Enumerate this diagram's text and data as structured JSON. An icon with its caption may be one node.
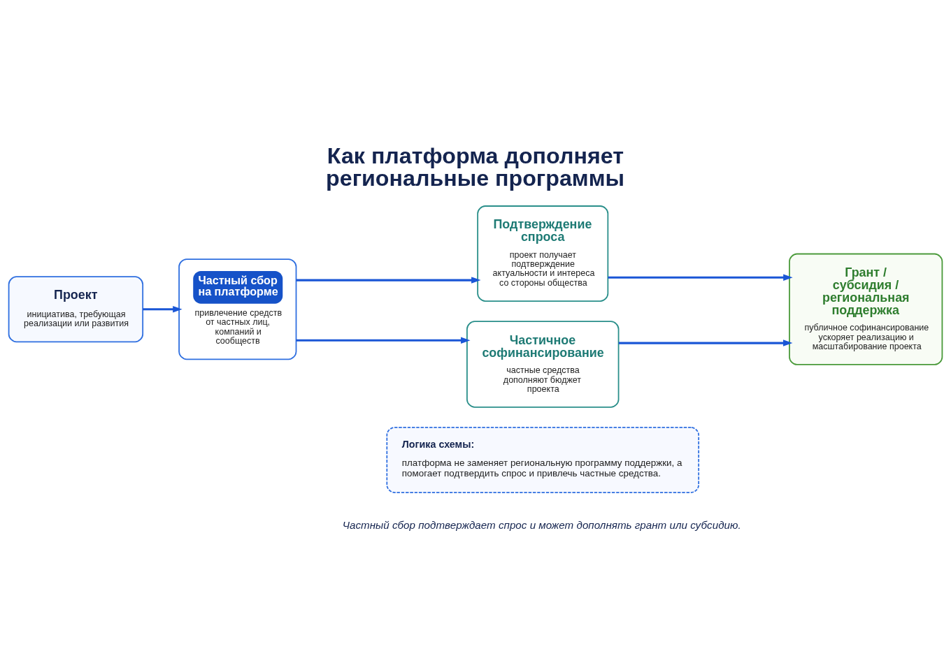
{
  "diagram": {
    "title": "Как платформа дополняет региональные программы",
    "caption": "Частный сбор подтверждает спрос и может дополнять грант или субсидию.",
    "nodes": [
      {
        "text": [
          "Проект",
          "инициатива, требующая реализации или развития"
        ]
      },
      {
        "text": [
          "Частный сбор на платформе",
          "привлечение средств от частных лиц, компаний и сообществ"
        ]
      },
      {
        "text": [
          "Подтверждение спроса",
          "проект получает подтверждение актуальности и интереса со стороны общества"
        ]
      },
      {
        "text": [
          "Частичное софинансирование",
          "частные средства дополняют бюджет проекта"
        ]
      },
      {
        "text": [
          "Грант / субсидия / региональная поддержка",
          "публичное софинансирование ускоряет реализацию и масштабирование проекта"
        ]
      },
      {
        "text": [
          "Логика схемы:",
          "платформа не заменяет региональную программу поддержки, а помогает подтвердить спрос и привлечь частные средства."
        ]
      }
    ],
    "edges": [
      {
        "from": 0,
        "to": 1,
        "arrow": "to"
      },
      {
        "from": 1,
        "to": 2,
        "arrow": "to"
      },
      {
        "from": 1,
        "to": 3,
        "arrow": "to"
      },
      {
        "from": 2,
        "to": 4,
        "arrow": "to"
      },
      {
        "from": 3,
        "to": 4,
        "arrow": "to"
      }
    ]
  }
}
